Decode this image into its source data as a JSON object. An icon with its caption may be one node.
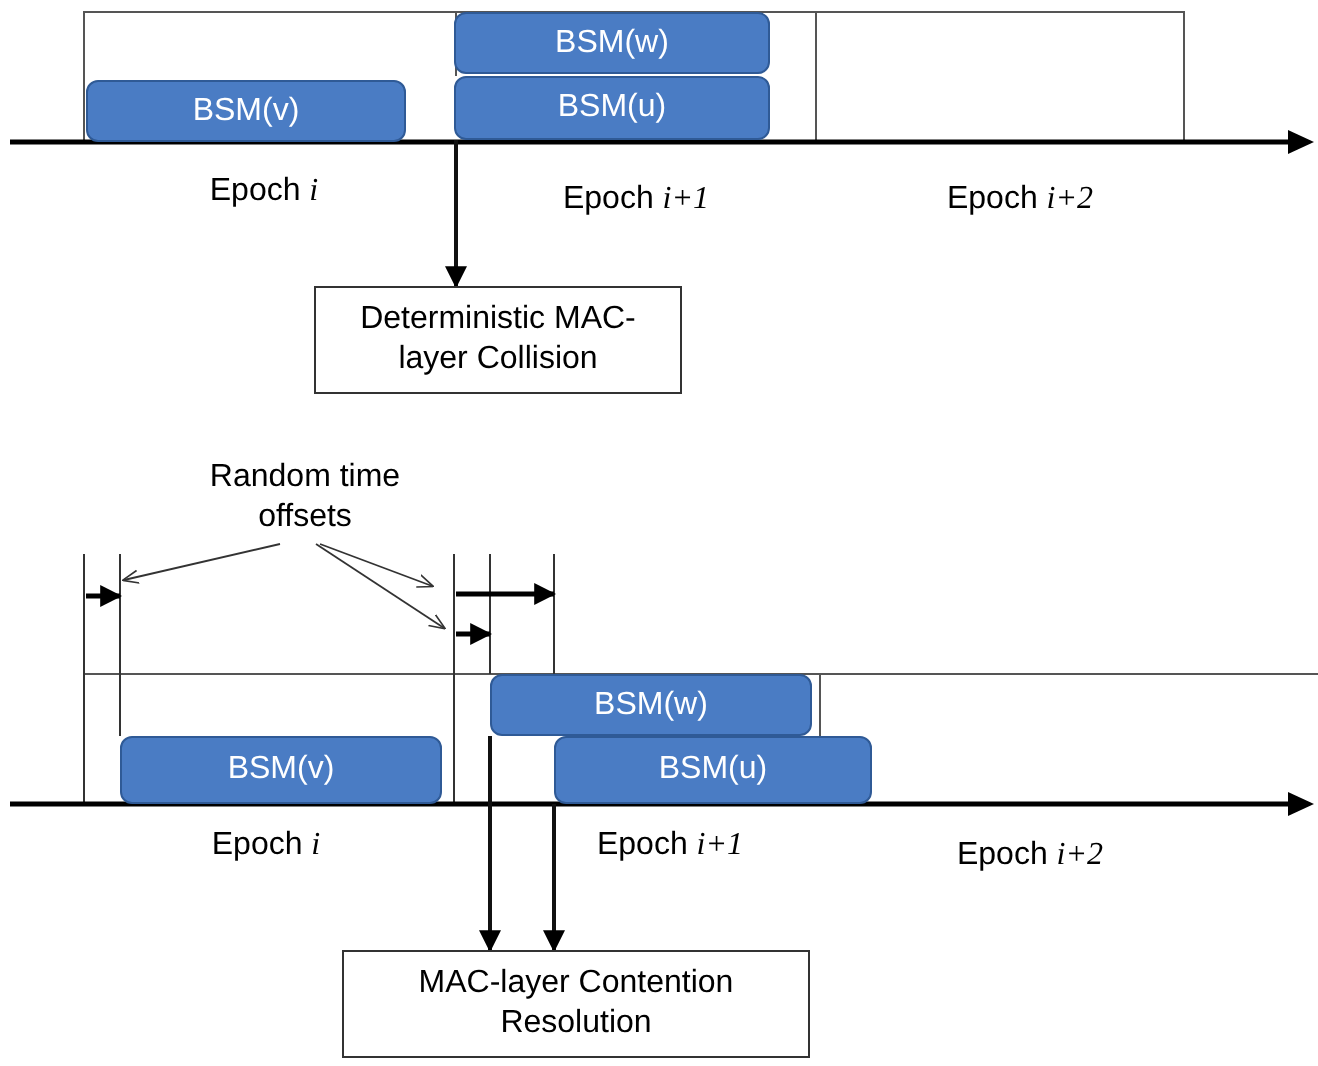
{
  "diagram": {
    "nodes": [
      {
        "text": [
          "BSM(v)"
        ]
      },
      {
        "text": [
          "BSM(w)"
        ]
      },
      {
        "text": [
          "BSM(u)"
        ]
      },
      {
        "text": [
          "Deterministic MAC-layer Collision"
        ]
      },
      {
        "text": [
          "Random time offsets"
        ]
      },
      {
        "text": [
          "BSM(v)"
        ]
      },
      {
        "text": [
          "BSM(w)"
        ]
      },
      {
        "text": [
          "BSM(u)"
        ]
      },
      {
        "text": [
          "MAC-layer Contention Resolution"
        ]
      }
    ],
    "edges": [
      {
        "from": 2,
        "to": 3,
        "arrow": "to"
      },
      {
        "from": 4,
        "to": null,
        "arrow": "to"
      },
      {
        "from": 4,
        "to": null,
        "arrow": "to"
      },
      {
        "from": 4,
        "to": null,
        "arrow": "to"
      },
      {
        "from": 6,
        "to": 8,
        "arrow": "to"
      },
      {
        "from": 7,
        "to": 8,
        "arrow": "to"
      }
    ],
    "labels": [
      "Epoch *i*",
      "Epoch *i+1*",
      "Epoch *i+2*",
      "Epoch *i*",
      "Epoch *i+1*",
      "Epoch *i+2*"
    ]
  }
}
